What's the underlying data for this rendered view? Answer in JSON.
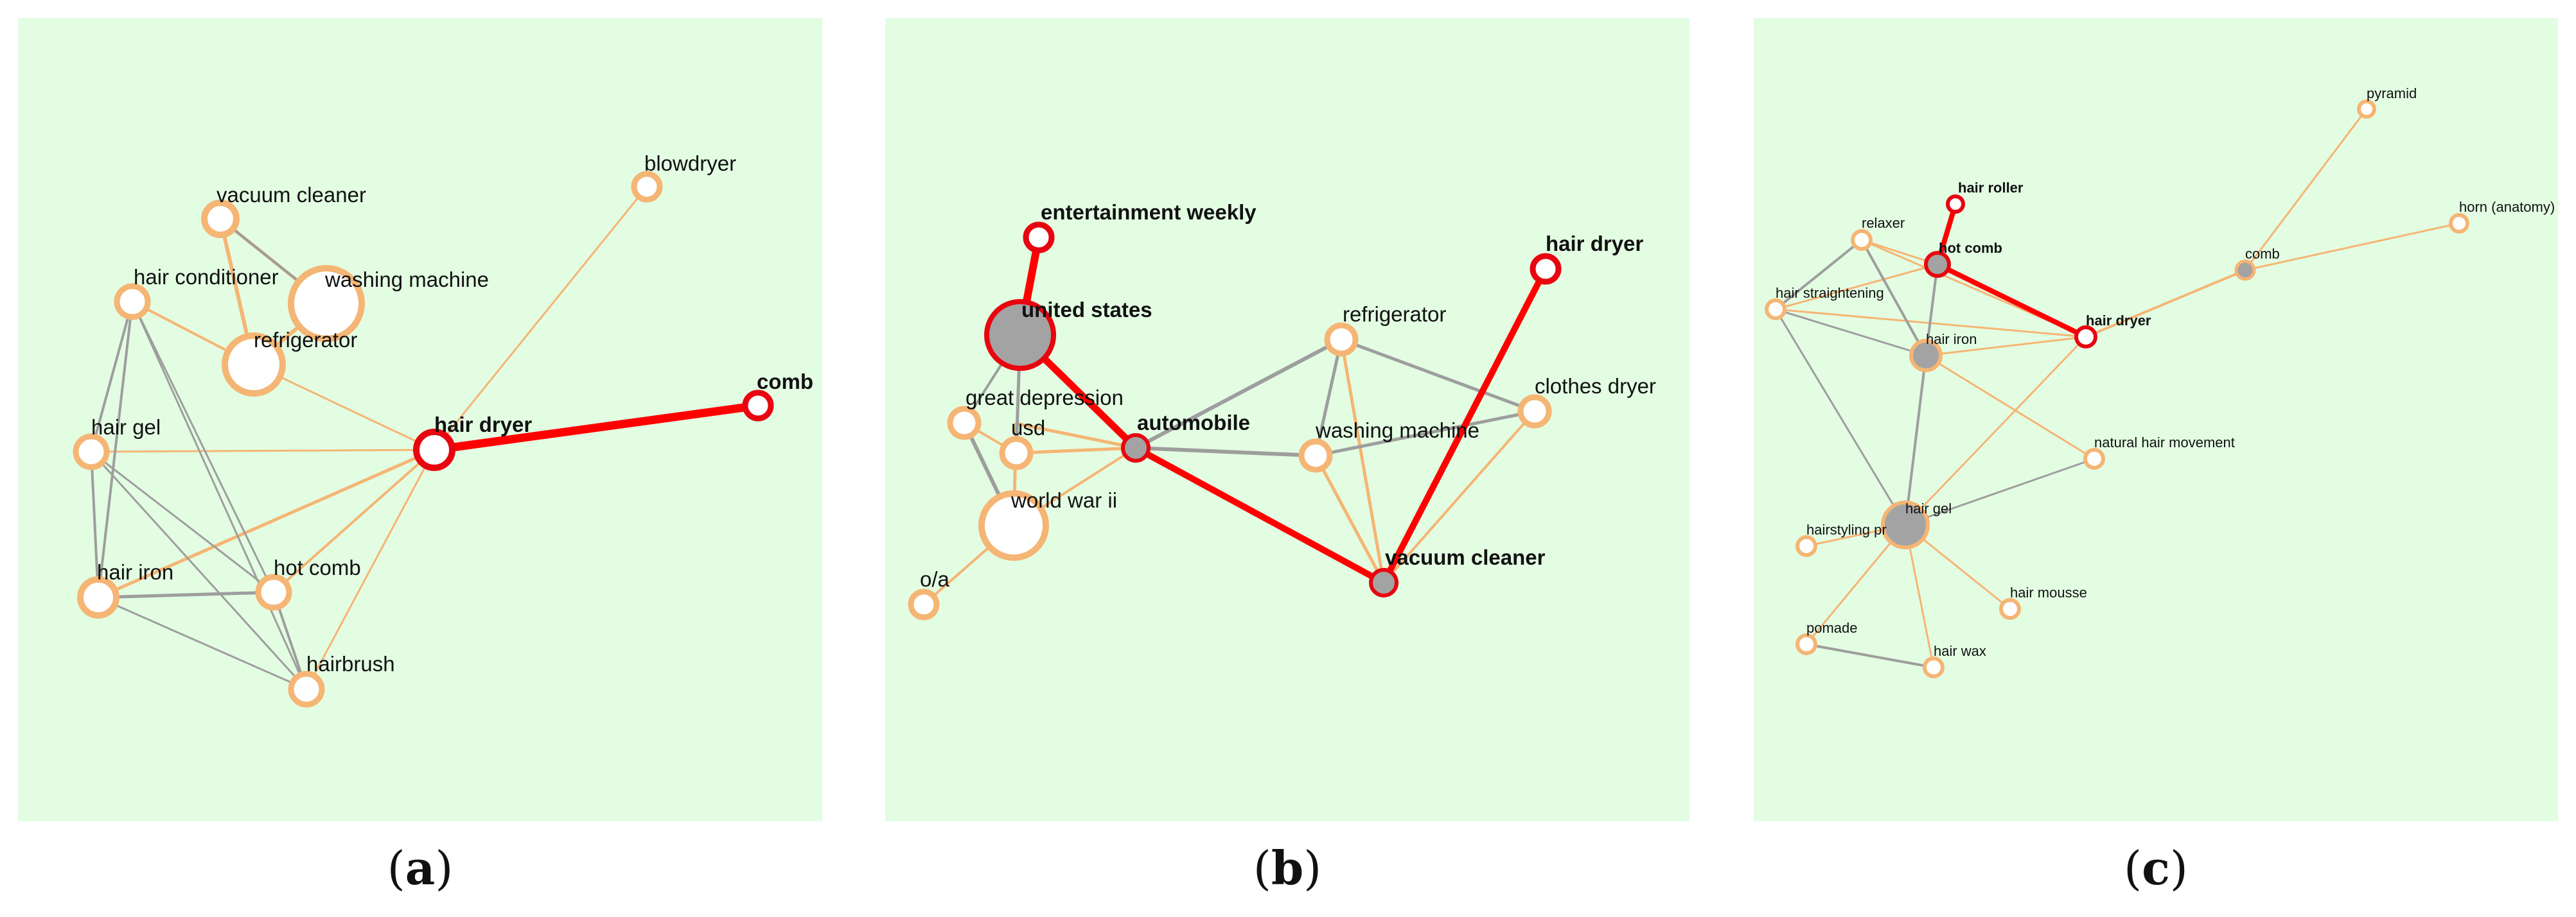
{
  "captions": {
    "a": "a",
    "b": "b",
    "c": "c"
  },
  "colors": {
    "panel_bg": "#e3fde3",
    "path_edge": "#ff0000",
    "orange_edge": "#f5b574",
    "gray_edge": "#9e9e9e",
    "node_ring": "#f5b574",
    "highlight_ring": "#e8050f",
    "hub_fill": "#a3a3a3"
  },
  "graphs": {
    "a": {
      "nodes": {
        "vacuum_cleaner": "vacuum cleaner",
        "blowdryer": "blowdryer",
        "hair_conditioner": "hair conditioner",
        "washing_machine": "washing machine",
        "refrigerator": "refrigerator",
        "comb": "comb",
        "hair_gel": "hair gel",
        "hair_dryer": "hair dryer",
        "hair_iron": "hair iron",
        "hot_comb": "hot comb",
        "hairbrush": "hairbrush"
      },
      "highlighted_path": [
        "hair dryer",
        "comb"
      ]
    },
    "b": {
      "nodes": {
        "entertainment_weekly": "entertainment weekly",
        "united_states": "united states",
        "hair_dryer": "hair dryer",
        "refrigerator": "refrigerator",
        "clothes_dryer": "clothes dryer",
        "great_depression": "great depression",
        "automobile": "automobile",
        "usd": "usd",
        "washing_machine": "washing machine",
        "world_war_ii": "world war ii",
        "vacuum_cleaner": "vacuum cleaner",
        "oa": "o/a"
      },
      "highlighted_path": [
        "entertainment weekly",
        "united states",
        "automobile",
        "vacuum cleaner",
        "hair dryer"
      ]
    },
    "c": {
      "nodes": {
        "pyramid": "pyramid",
        "hair_roller": "hair roller",
        "horn": "horn (anatomy)",
        "relaxer": "relaxer",
        "hot_comb": "hot comb",
        "comb": "comb",
        "hair_straightening": "hair straightening",
        "hair_dryer": "hair dryer",
        "hair_iron": "hair iron",
        "natural_hair_movement": "natural hair movement",
        "hair_gel": "hair gel",
        "hairstyling_pr": "hairstyling pr",
        "hair_mousse": "hair mousse",
        "pomade": "pomade",
        "hair_wax": "hair wax"
      },
      "highlighted_path": [
        "hair roller",
        "hot comb",
        "hair dryer"
      ]
    }
  }
}
